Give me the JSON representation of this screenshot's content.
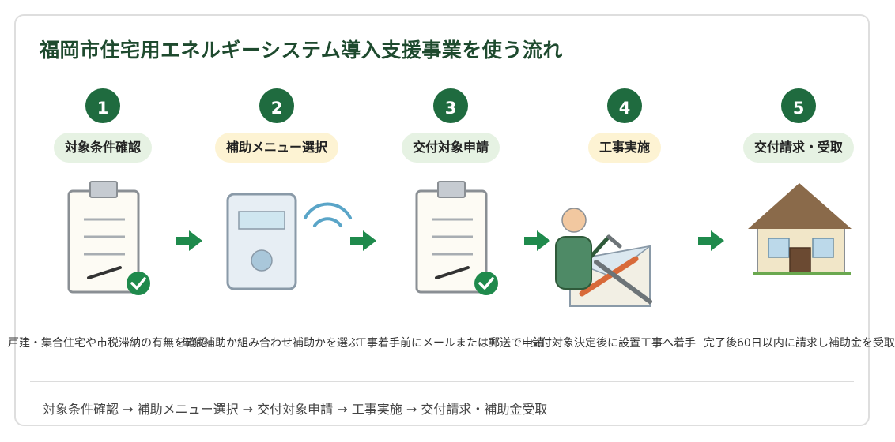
{
  "title": "福岡市住宅用エネルギーシステム導入支援事業を使う流れ",
  "steps": [
    {
      "number": "1",
      "label": "対象条件確認",
      "description": "戸建・集合住宅や市税滞納の有無を確認"
    },
    {
      "number": "2",
      "label": "補助メニュー選択",
      "description": "単独補助か組み合わせ補助かを選ぶ"
    },
    {
      "number": "3",
      "label": "交付対象申請",
      "description": "工事着手前にメールまたは郵送で申請"
    },
    {
      "number": "4",
      "label": "工事実施",
      "description": "交付対象決定後に設置工事へ着手"
    },
    {
      "number": "5",
      "label": "交付請求・受取",
      "description": "完了後60日以内に請求し補助金を受取"
    }
  ],
  "summary": "対象条件確認 → 補助メニュー選択 → 交付対象申請 → 工事実施 → 交付請求・補助金受取",
  "colors": {
    "accent_green": "#1f6b3f",
    "arrow_green": "#1f8a4c",
    "label_green_bg": "#e6f2e3",
    "label_yellow_bg": "#fdf3d3",
    "title": "#1e4a2e"
  }
}
